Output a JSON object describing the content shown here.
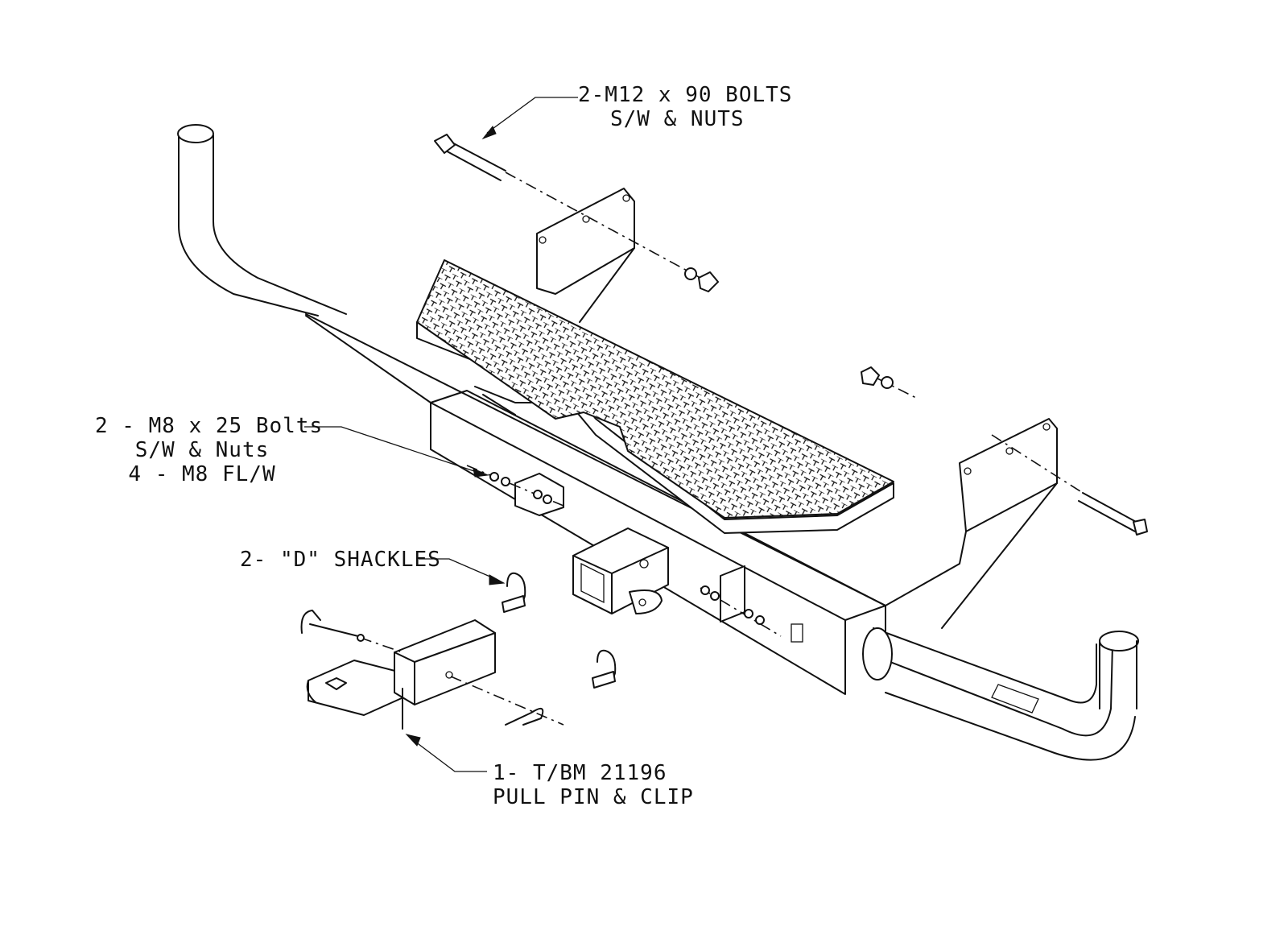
{
  "callouts": {
    "m12_bolts": {
      "line1": "2-M12 x 90 BOLTS",
      "line2": "S/W & NUTS"
    },
    "m8_bolts": {
      "line1": "2 - M8 x 25 Bolts",
      "line2": "S/W & Nuts",
      "line3": "4 - M8 FL/W"
    },
    "shackles": {
      "line1": "2- \"D\" SHACKLES"
    },
    "tow_ball_mount": {
      "line1": "1- T/BM 21196",
      "line2": "PULL PIN & CLIP"
    }
  }
}
